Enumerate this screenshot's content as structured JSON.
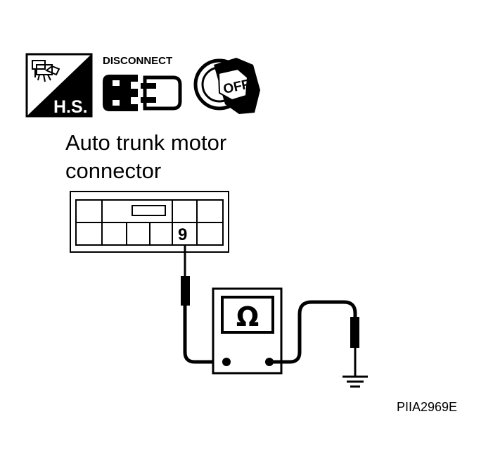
{
  "icons": {
    "harness_sticker": {
      "icon": "harness-service-icon",
      "label": "H.S."
    },
    "disconnect": {
      "icon": "connector-disconnect-icon",
      "label": "DISCONNECT"
    },
    "ignition": {
      "icon": "ignition-key-off-icon",
      "label": "OFF"
    }
  },
  "connector": {
    "title_line1": "Auto trunk motor",
    "title_line2": "connector",
    "pin_label": "9"
  },
  "meter": {
    "icon": "ohmmeter-icon",
    "symbol": "Ω"
  },
  "ground": {
    "icon": "ground-symbol-icon"
  },
  "figure_code": "PIIA2969E"
}
